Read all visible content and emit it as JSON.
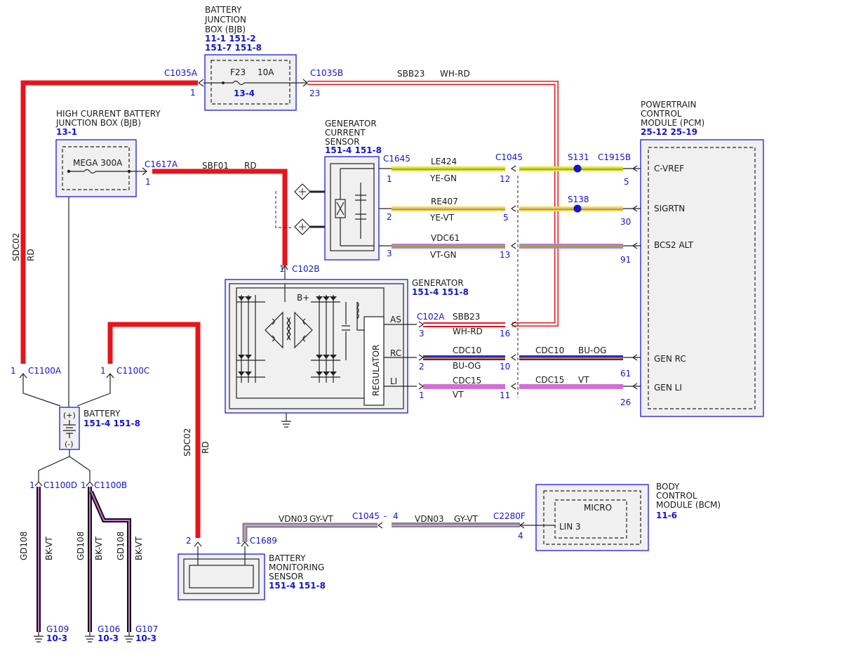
{
  "components": {
    "bjb": {
      "title": [
        "BATTERY",
        "JUNCTION",
        "BOX (BJB)"
      ],
      "refs": [
        "11-1  151-2",
        "151-7 151-8"
      ],
      "fuse": "F23",
      "rating": "10A",
      "ref": "13-4"
    },
    "hcbjb": {
      "title": [
        "HIGH CURRENT BATTERY",
        "JUNCTION BOX (BJB)"
      ],
      "ref": "13-1",
      "fuse": "MEGA 300A"
    },
    "gcs": {
      "title": [
        "GENERATOR",
        "CURRENT",
        "SENSOR"
      ],
      "refs": "151-4 151-8"
    },
    "pcm": {
      "title": [
        "POWERTRAIN",
        "CONTROL",
        "MODULE (PCM)"
      ],
      "refs": "25-12 25-19",
      "pins": [
        "C-VREF",
        "SIGRTN",
        "BCS2 ALT",
        "GEN RC",
        "GEN LI"
      ]
    },
    "generator": {
      "title": "GENERATOR",
      "refs": "151-4 151-8",
      "bplus": "B+",
      "regulator": "REGULATOR",
      "pins": [
        "AS",
        "RC",
        "LI"
      ]
    },
    "battery": {
      "title": "BATTERY",
      "refs": "151-4 151-8",
      "plus": "(+)",
      "minus": "(-)"
    },
    "bms": {
      "title": [
        "BATTERY",
        "MONITORING",
        "SENSOR"
      ],
      "refs": "151-4 151-8"
    },
    "bcm": {
      "title": [
        "BODY",
        "CONTROL",
        "MODULE (BCM)"
      ],
      "ref": "11-6",
      "micro": "MICRO",
      "pin": "LIN 3"
    }
  },
  "connectors": {
    "c1035a": "C1035A",
    "c1035b": "C1035B",
    "c1617a": "C1617A",
    "c1645": "C1645",
    "c1045": "C1045",
    "s131": "S131",
    "s138": "S138",
    "c1915b": "C1915B",
    "c102b": "C102B",
    "c102a": "C102A",
    "c1100a": "C1100A",
    "c1100c": "C1100C",
    "c1100d": "C1100D",
    "c1100b": "C1100B",
    "c1689": "C1689",
    "c1045_4": "C1045",
    "c2280f": "C2280F",
    "g109": "G109",
    "g106": "G106",
    "g107": "G107",
    "g_ref": "10-3"
  },
  "pins": {
    "c1035a": "1",
    "c1035b": "23",
    "c1617a": "1",
    "gcs": [
      "1",
      "2",
      "3"
    ],
    "c1045": [
      "12",
      "5",
      "13",
      "16",
      "10",
      "11"
    ],
    "pcm": [
      "5",
      "30",
      "91",
      "61",
      "26"
    ],
    "gen": [
      "3",
      "2",
      "1"
    ],
    "c102b": "1",
    "c1100a": "1",
    "c1100c": "1",
    "c1100d": "1",
    "c1100b": "1",
    "bms": [
      "2",
      "1"
    ],
    "c1045_4_dash": "-",
    "c1045_4_pin": "4",
    "c2280f": "4"
  },
  "wires": {
    "sbb23_top": {
      "circuit": "SBB23",
      "color": "WH-RD"
    },
    "sbf01": {
      "circuit": "SBF01",
      "color": "RD"
    },
    "le424": {
      "circuit": "LE424",
      "color": "YE-GN"
    },
    "re407": {
      "circuit": "RE407",
      "color": "YE-VT"
    },
    "vdc61": {
      "circuit": "VDC61",
      "color": "VT-GN"
    },
    "sbb23_gen": {
      "circuit": "SBB23",
      "color": "WH-RD"
    },
    "cdc10_left": {
      "circuit": "CDC10",
      "color": "BU-OG"
    },
    "cdc10_right": {
      "circuit": "CDC10",
      "color": "BU-OG"
    },
    "cdc15_left": {
      "circuit": "CDC15",
      "color": "VT"
    },
    "cdc15_right": {
      "circuit": "CDC15",
      "color": "VT"
    },
    "sdc02_left": {
      "circuit": "SDC02",
      "color": "RD"
    },
    "sdc02_mid": {
      "circuit": "SDC02",
      "color": "RD"
    },
    "gd108_1": {
      "circuit": "GD108",
      "color": "BK-VT"
    },
    "gd108_2": {
      "circuit": "GD108",
      "color": "BK-VT"
    },
    "gd108_3": {
      "circuit": "GD108",
      "color": "BK-VT"
    },
    "vdn03_left": {
      "circuit": "VDN03",
      "color": "GY-VT"
    },
    "vdn03_right": {
      "circuit": "VDN03",
      "color": "GY-VT"
    }
  },
  "colors": {
    "red": "#e8141b",
    "yellow": "#e8e23a",
    "green": "#7ab83c",
    "violet": "#d070d6",
    "blue": "#1f2dbd",
    "orange": "#e87a1a",
    "gray": "#8c7f93",
    "black": "#111111",
    "accent": "#1414cc"
  }
}
